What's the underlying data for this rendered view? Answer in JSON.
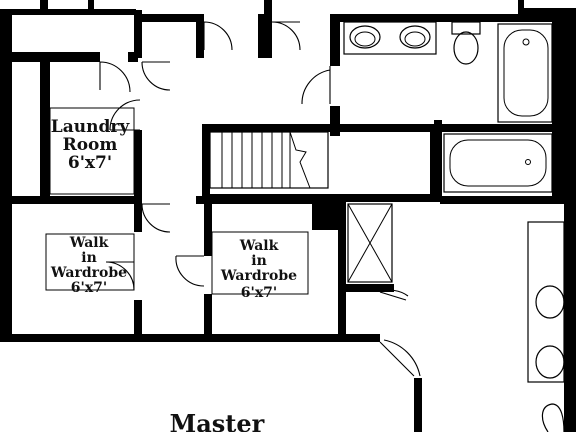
{
  "rooms": {
    "laundry": {
      "name_line1": "Laundry",
      "name_line2": "Room",
      "size": "6'x7'"
    },
    "wardrobe_left": {
      "name_line1": "Walk",
      "name_line2": "in",
      "name_line3": "Wardrobe",
      "size": "6'x7'"
    },
    "wardrobe_right": {
      "name_line1": "Walk",
      "name_line2": "in",
      "name_line3": "Wardrobe",
      "size": "6'x7'"
    },
    "master": {
      "name": "Master"
    }
  }
}
